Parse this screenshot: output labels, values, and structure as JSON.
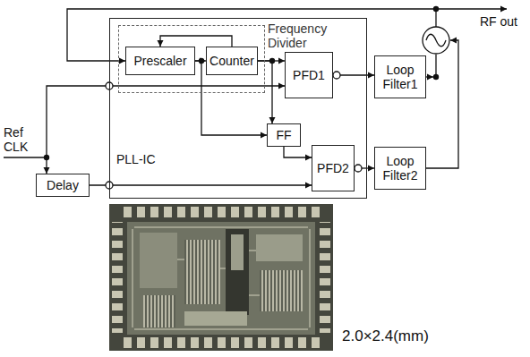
{
  "diagram": {
    "nodes": [
      {
        "text": [
          "PLL-IC"
        ]
      },
      {
        "text": [
          "Frequency Divider"
        ],
        "in": 0
      },
      {
        "text": [
          "Prescaler"
        ],
        "in": 1
      },
      {
        "text": [
          "Counter"
        ],
        "in": 1
      },
      {
        "text": [
          "PFD1"
        ],
        "in": 0
      },
      {
        "text": [
          "FF"
        ],
        "in": 0
      },
      {
        "text": [
          "PFD2"
        ],
        "in": 0
      },
      {
        "text": [
          "Delay"
        ]
      },
      {
        "text": [
          "Loop Filter1"
        ]
      },
      {
        "text": [
          "Loop Filter2"
        ]
      }
    ],
    "edges": [
      {
        "from": 3,
        "to": 2,
        "arrow": "to"
      },
      {
        "from": 2,
        "to": 3,
        "arrow": "to"
      },
      {
        "from": 3,
        "to": 4,
        "arrow": "to"
      },
      {
        "from": 3,
        "to": 5,
        "arrow": "to"
      },
      {
        "from": 2,
        "to": 5,
        "arrow": "to"
      },
      {
        "from": 5,
        "to": 6,
        "arrow": "to"
      },
      {
        "from": 4,
        "to": 8,
        "arrow": "to"
      },
      {
        "from": 6,
        "to": 9,
        "arrow": "to"
      },
      {
        "from": 7,
        "to": 6,
        "arrow": "to"
      }
    ],
    "labels": [
      "Ref CLK",
      "RF out",
      "2.0×2.4(mm)"
    ]
  }
}
